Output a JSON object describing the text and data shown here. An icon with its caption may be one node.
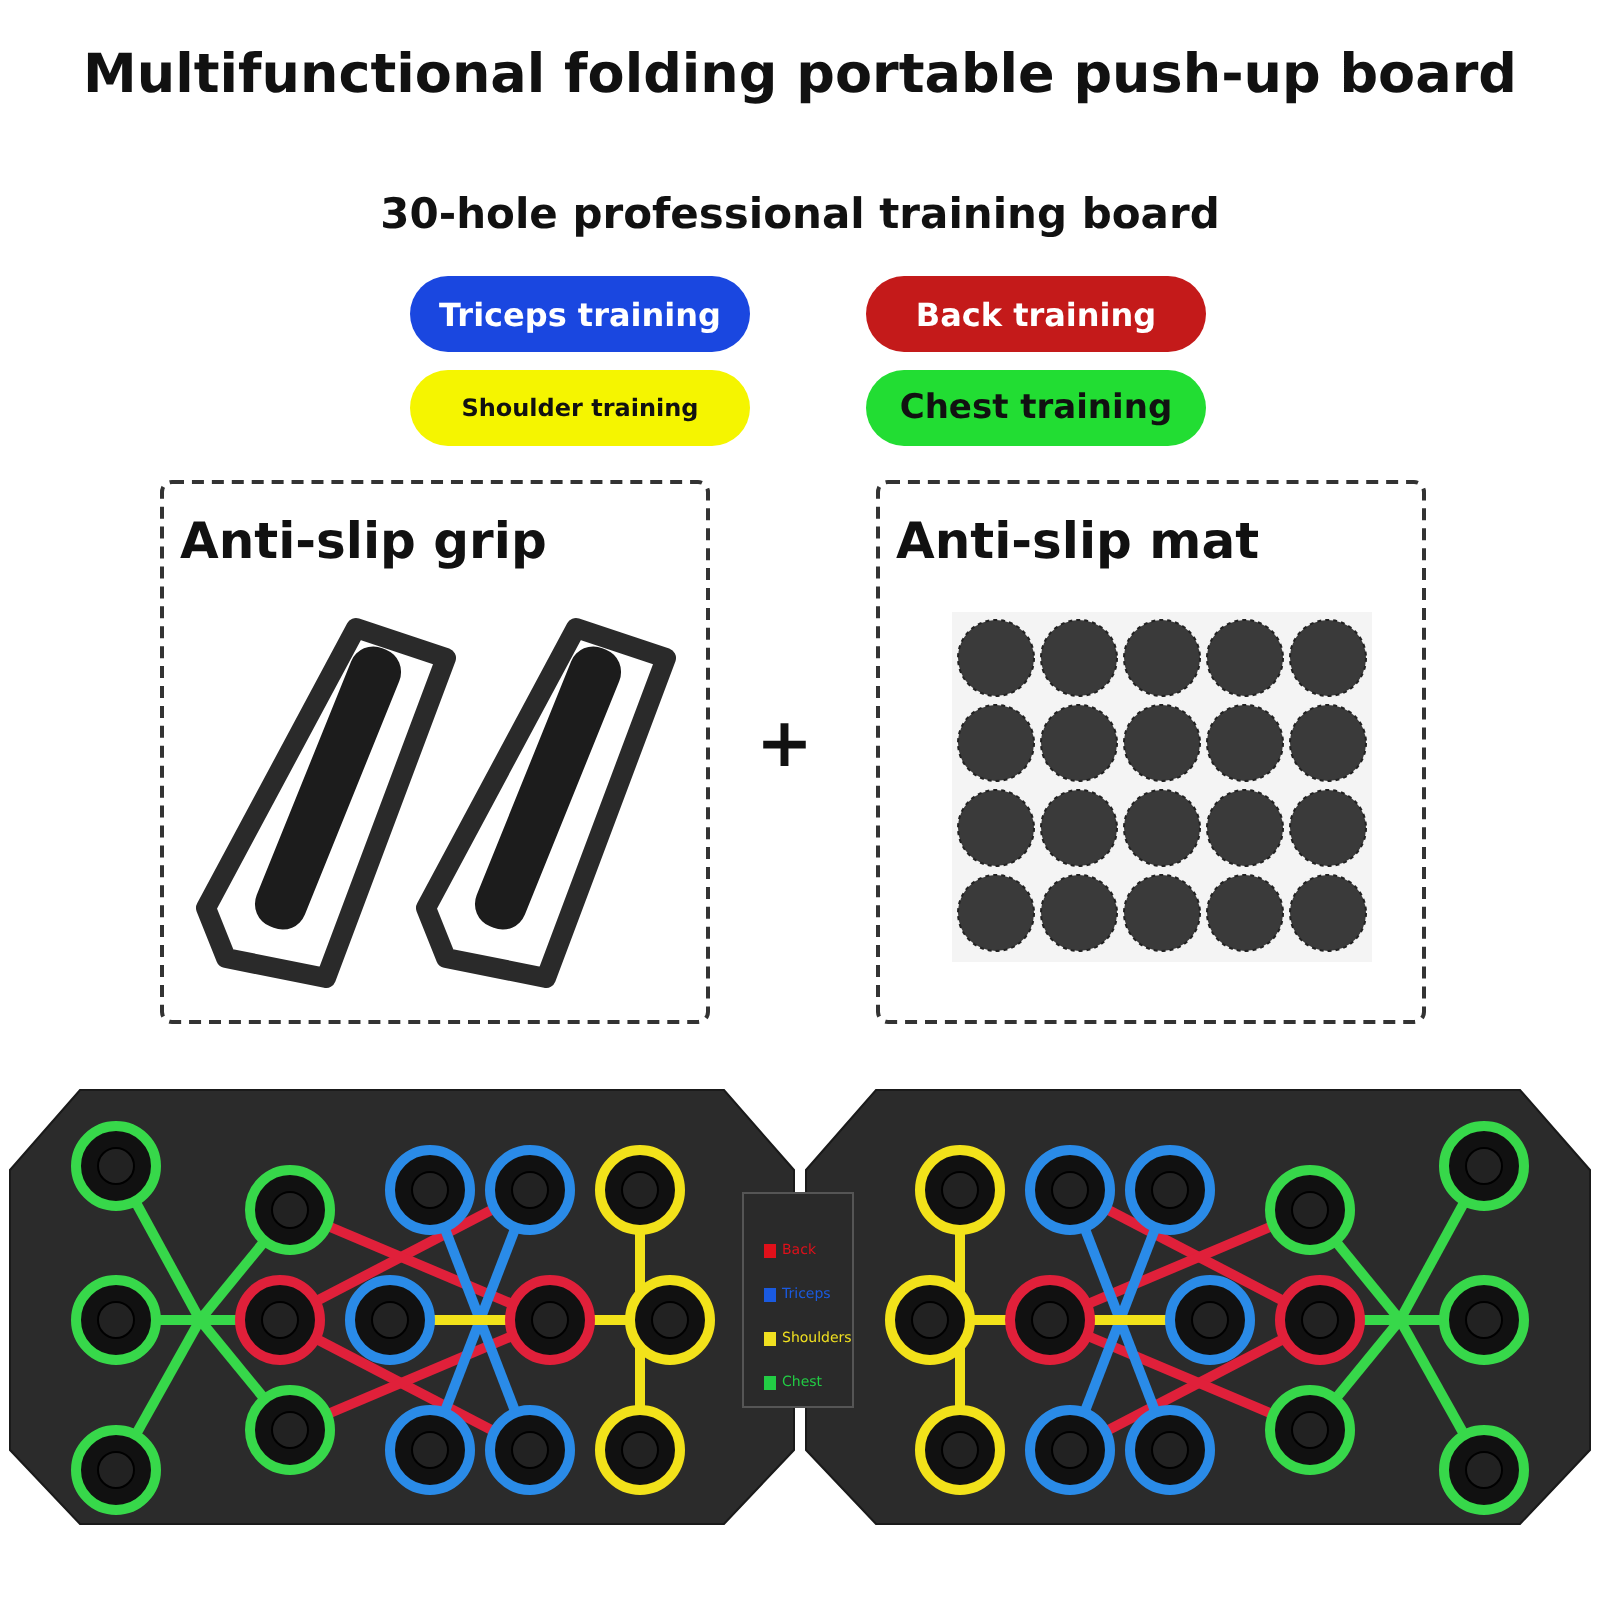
{
  "diagram": {
    "title": "Multifunctional folding portable push-up board",
    "nodes": [
      {
        "text": [
          "Anti-slip grip"
        ]
      },
      {
        "text": [
          "Anti-slip mat"
        ]
      }
    ],
    "labels": [
      "30-hole professional training board",
      "+"
    ],
    "legend": [
      {
        "text": "Triceps training",
        "color": "#1a47e0"
      },
      {
        "text": "Back training",
        "color": "#c41a1a"
      },
      {
        "text": "Shoulder training",
        "color": "#f5f500"
      },
      {
        "text": "Chest training",
        "color": "#22dd33"
      },
      {
        "text": "Back",
        "color": "#e0101a"
      },
      {
        "text": "Triceps",
        "color": "#1a5ae0"
      },
      {
        "text": "Shoulders",
        "color": "#f0e020"
      },
      {
        "text": "Chest",
        "color": "#22cc44"
      }
    ]
  }
}
